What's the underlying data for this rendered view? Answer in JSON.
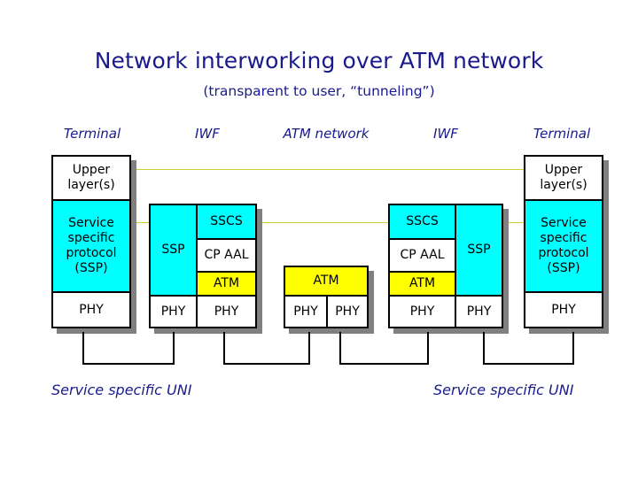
{
  "slide": {
    "title": "Network interworking over ATM network",
    "subtitle": "(transparent to user, “tunneling”)",
    "title_color": "#1a1a8c",
    "background": "#ffffff"
  },
  "palette": {
    "text_blue": "#1a1a8c",
    "cyan": "#00ffff",
    "yellow": "#ffff00",
    "white": "#ffffff",
    "shadow_gray": "#808080",
    "line_yellow": "#cccc33",
    "border_black": "#000000"
  },
  "column_headers": [
    {
      "label": "Terminal"
    },
    {
      "label": "IWF"
    },
    {
      "label": "ATM network"
    },
    {
      "label": "IWF"
    },
    {
      "label": "Terminal"
    }
  ],
  "stacks": {
    "left_terminal": {
      "name": "Terminal",
      "layers": [
        {
          "label": "Upper\nlayer(s)",
          "color": "white"
        },
        {
          "label": "Service\nspecific\nprotocol\n(SSP)",
          "color": "cyan"
        },
        {
          "label": "PHY",
          "color": "white"
        }
      ]
    },
    "left_iwf": {
      "name": "IWF",
      "left_column": {
        "label": "SSP",
        "color": "cyan"
      },
      "right_column": [
        {
          "label": "SSCS",
          "color": "cyan"
        },
        {
          "label": "CP AAL",
          "color": "white"
        },
        {
          "label": "ATM",
          "color": "yellow"
        }
      ],
      "phy_left": {
        "label": "PHY",
        "color": "white"
      },
      "phy_right": {
        "label": "PHY",
        "color": "white"
      }
    },
    "atm_network": {
      "name": "ATM network",
      "atm": {
        "label": "ATM",
        "color": "yellow"
      },
      "phy_left": {
        "label": "PHY",
        "color": "white"
      },
      "phy_right": {
        "label": "PHY",
        "color": "white"
      }
    },
    "right_iwf": {
      "name": "IWF",
      "left_column": [
        {
          "label": "SSCS",
          "color": "cyan"
        },
        {
          "label": "CP AAL",
          "color": "white"
        },
        {
          "label": "ATM",
          "color": "yellow"
        }
      ],
      "right_column": {
        "label": "SSP",
        "color": "cyan"
      },
      "phy_left": {
        "label": "PHY",
        "color": "white"
      },
      "phy_right": {
        "label": "PHY",
        "color": "white"
      }
    },
    "right_terminal": {
      "name": "Terminal",
      "layers": [
        {
          "label": "Upper\nlayer(s)",
          "color": "white"
        },
        {
          "label": "Service\nspecific\nprotocol\n(SSP)",
          "color": "cyan"
        },
        {
          "label": "PHY",
          "color": "white"
        }
      ]
    }
  },
  "footer_labels": [
    {
      "label": "Service specific UNI"
    },
    {
      "label": "Service specific UNI"
    }
  ]
}
